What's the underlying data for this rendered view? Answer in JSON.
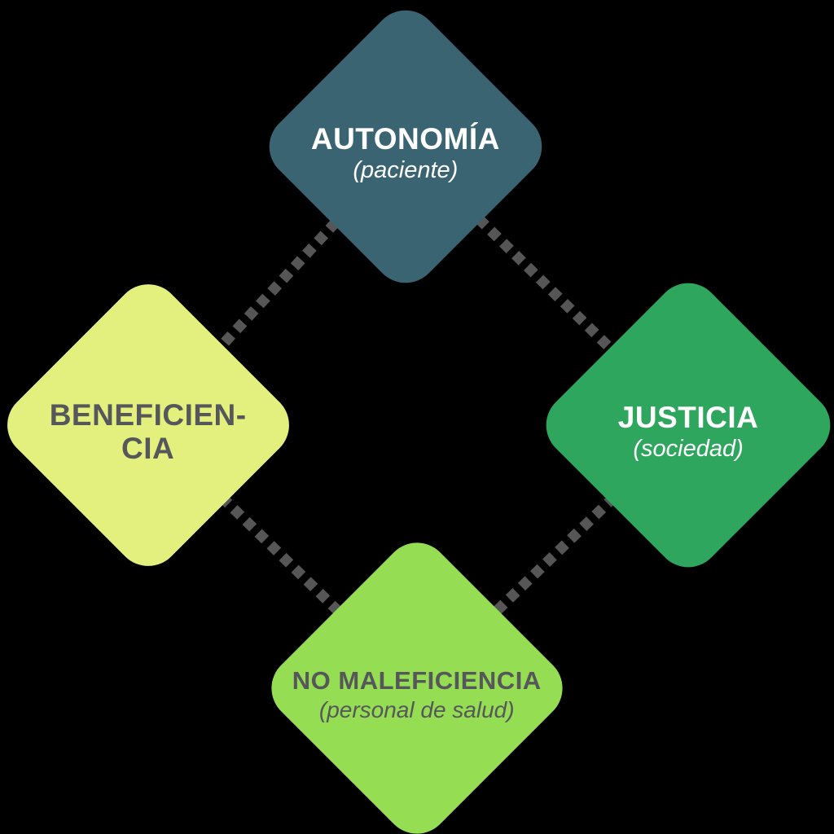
{
  "background_color": "#000000",
  "connectors": {
    "color": "#565656",
    "pattern": "dotted"
  },
  "nodes": {
    "autonomia": {
      "label": "AUTONOMÍA",
      "sublabel": "(paciente)",
      "fill": "#3b6473",
      "text_color": "#ffffff"
    },
    "beneficiencia": {
      "label_line1": "BENEFICIEN-",
      "label_line2": "CIA",
      "fill": "#e4f07e",
      "text_color": "#55575a"
    },
    "justicia": {
      "label": "JUSTICIA",
      "sublabel": "(sociedad)",
      "fill": "#2fa65e",
      "text_color": "#ffffff"
    },
    "no_maleficiencia": {
      "label": "NO MALEFICIENCIA",
      "sublabel": "(personal de salud)",
      "fill": "#95dd52",
      "text_color": "#55575a"
    }
  }
}
